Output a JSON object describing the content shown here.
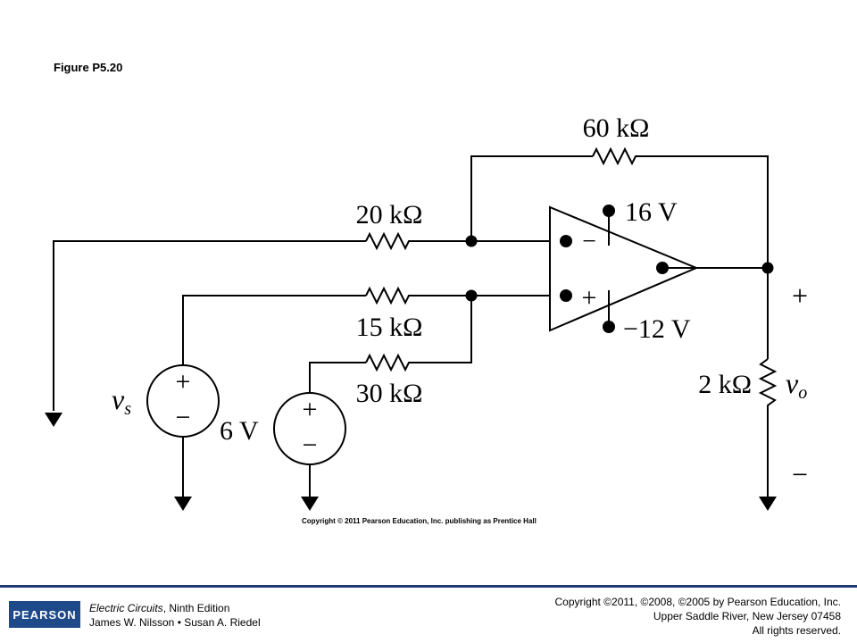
{
  "figure_label": "Figure P5.20",
  "circuit": {
    "r_feedback": "60 kΩ",
    "r_inverting": "20 kΩ",
    "r_noninv_top": "15 kΩ",
    "r_noninv_bottom": "30 kΩ",
    "r_load": "2 kΩ",
    "supply_pos": "16 V",
    "supply_neg": "−12 V",
    "source_vs": "v",
    "source_vs_sub": "s",
    "source_6v": "6 V",
    "output_v": "v",
    "output_v_sub": "o",
    "plus": "+",
    "minus": "−"
  },
  "image_copyright": "Copyright © 2011 Pearson Education, Inc. publishing as Prentice Hall",
  "footer": {
    "logo": "PEARSON",
    "book_title": "Electric Circuits",
    "edition": ", Ninth Edition",
    "authors": "James W. Nilsson • Susan A. Riedel",
    "copyright_line1": "Copyright ©2011, ©2008, ©2005 by Pearson Education, Inc.",
    "copyright_line2": "Upper Saddle River, New Jersey 07458",
    "copyright_line3": "All rights reserved."
  }
}
